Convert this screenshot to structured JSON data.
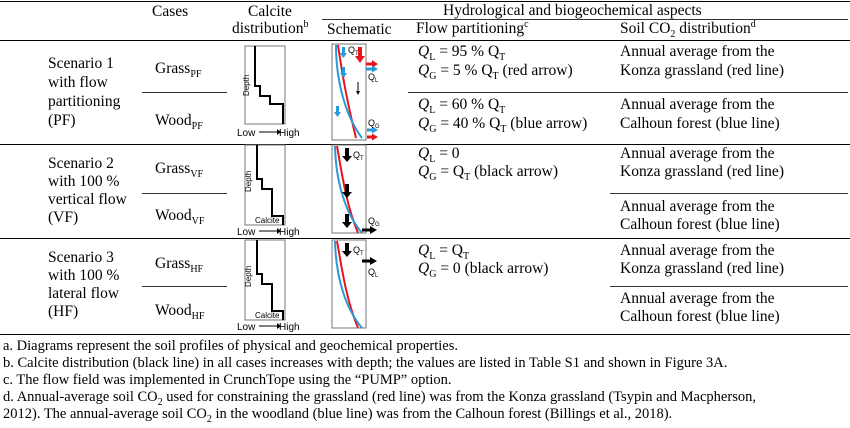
{
  "header": {
    "cases": "Cases",
    "calcite_line1": "Calcite",
    "calcite_line2": "distribution",
    "calcite_sup": "b",
    "hydro": "Hydrological and biogeochemical aspects",
    "schematic": "Schematic",
    "flow": "Flow partitioning",
    "flow_sup": "c",
    "soil_pre": "Soil CO",
    "soil_sub": "2",
    "soil_post": " distribution",
    "soil_sup": "d"
  },
  "profile_labels": {
    "depth": "Depth",
    "calcite": "Calcite",
    "low": "Low",
    "high": "High"
  },
  "schematic_labels": {
    "qt": "Q",
    "qt_sub": "T",
    "ql": "Q",
    "ql_sub": "L",
    "qg": "Q",
    "qg_sub": "G"
  },
  "scenarios": [
    {
      "lines": [
        "Scenario 1",
        "with flow",
        "partitioning",
        "(PF)"
      ],
      "cases": [
        {
          "base": "Grass",
          "sub": "PF",
          "flow1": "= 95 % Q",
          "flow2": "= 5 % Q",
          "flow2_tail": " (red arrow)",
          "soil1": "Annual average from the",
          "soil2": "Konza grassland (red line)"
        },
        {
          "base": "Wood",
          "sub": "PF",
          "flow1": "= 60 % Q",
          "flow2": "= 40 % Q",
          "flow2_tail": " (blue arrow)",
          "soil1": "Annual average from the",
          "soil2": "Calhoun forest (blue line)"
        }
      ]
    },
    {
      "lines": [
        "Scenario 2",
        "with 100 %",
        "vertical flow",
        "(VF)"
      ],
      "cases": [
        {
          "base": "Grass",
          "sub": "VF",
          "flow1": "= 0",
          "flow2": "= Q",
          "flow2_tail": " (black arrow)",
          "soil1": "Annual average from the",
          "soil2": "Konza grassland (red line)"
        },
        {
          "base": "Wood",
          "sub": "VF",
          "soil1": "Annual average from the",
          "soil2": "Calhoun forest (blue line)"
        }
      ]
    },
    {
      "lines": [
        "Scenario 3",
        "with 100 %",
        "lateral flow",
        "(HF)"
      ],
      "cases": [
        {
          "base": "Grass",
          "sub": "HF",
          "flow1": "= Q",
          "flow2": "= 0",
          "flow2_tail": " (black arrow)",
          "soil1": "Annual average from the",
          "soil2": "Konza grassland (red line)"
        },
        {
          "base": "Wood",
          "sub": "HF",
          "soil1": "Annual average from the",
          "soil2": "Calhoun forest (blue line)"
        }
      ]
    }
  ],
  "footnotes": [
    "a. Diagrams represent the soil profiles of physical and geochemical properties.",
    "b. Calcite distribution (black line) in all cases increases with depth; the values are listed in Table S1 and shown in Figure 3A.",
    "c. The flow field was implemented in CrunchTope using the “PUMP” option.",
    "d. Annual-average soil CO",
    "2",
    " used for constraining the grassland (red line) was from the Konza grassland (Tsypin and Macpherson,",
    "2012). The annual-average soil CO",
    "2",
    " in the woodland (blue line) was from the Calhoun forest (Billings et al., 2018)."
  ],
  "colors": {
    "grass": "#e8141c",
    "wood": "#2a9ad6",
    "black": "#000000"
  }
}
